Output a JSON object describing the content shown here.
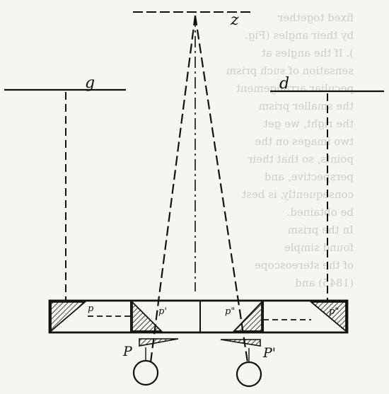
{
  "figure": {
    "labels": {
      "z": "z",
      "g": "g",
      "d": "d",
      "p": "p",
      "p_prime": "p'",
      "p_dprime": "p\"",
      "p_dprime_right": "p\"",
      "P": "P",
      "P_prime": "P'"
    },
    "bleed_through_lines": [
      "fixed together",
      "by their angles (Fig.",
      "). If the angles at",
      "sensation of such prism",
      "peculiar arrangement",
      "the smaller prism",
      "the right, we get",
      "two images on the",
      "points, so that their",
      "perspective, and",
      "consequently, is best",
      "be obtained.",
      "In the prism",
      "found simple",
      "of the stereoscope",
      "(1845) and"
    ]
  },
  "colors": {
    "ink": "#111111",
    "paper": "#f7f5ef",
    "bleed": "#cfccc4"
  }
}
